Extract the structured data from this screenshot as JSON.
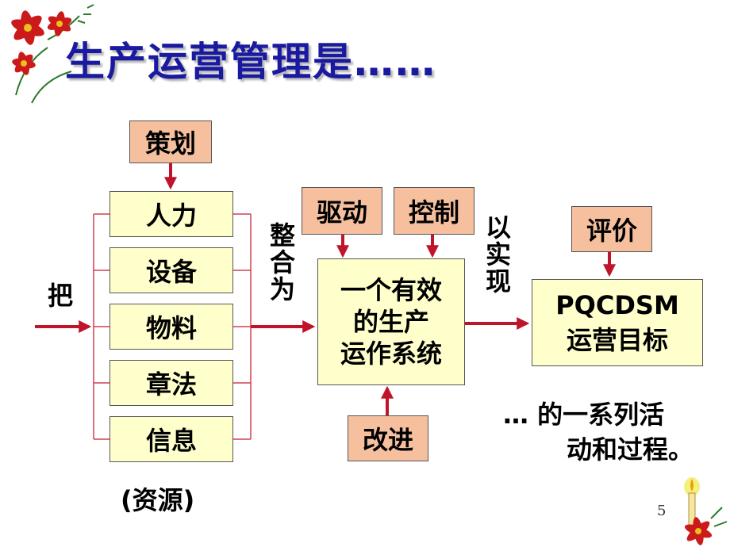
{
  "title": "生产运营管理是……",
  "top_box": "策划",
  "resources": [
    "人力",
    "设备",
    "物料",
    "章法",
    "信息"
  ],
  "resources_label": "(资源)",
  "left_label": "把",
  "integrate_label": [
    "整",
    "合",
    "为"
  ],
  "drive_box": "驱动",
  "control_box": "控制",
  "system_box": [
    "一个有效",
    "的生产",
    "运作系统"
  ],
  "improve_box": "改进",
  "realize_label": [
    "以",
    "实",
    "现"
  ],
  "evaluate_box": "评价",
  "goal_box": [
    "PQCDSM",
    "运营目标"
  ],
  "summary": [
    "… 的一系列活",
    "动和过程。"
  ],
  "page_number": "5",
  "colors": {
    "title": "#1a1aa0",
    "orange_box": "#f6c09f",
    "yellow_box": "#ffffcc",
    "arrow": "#c0142a"
  },
  "decorations": [
    "poinsettia-top-left",
    "candle-poinsettia-bottom-right"
  ]
}
